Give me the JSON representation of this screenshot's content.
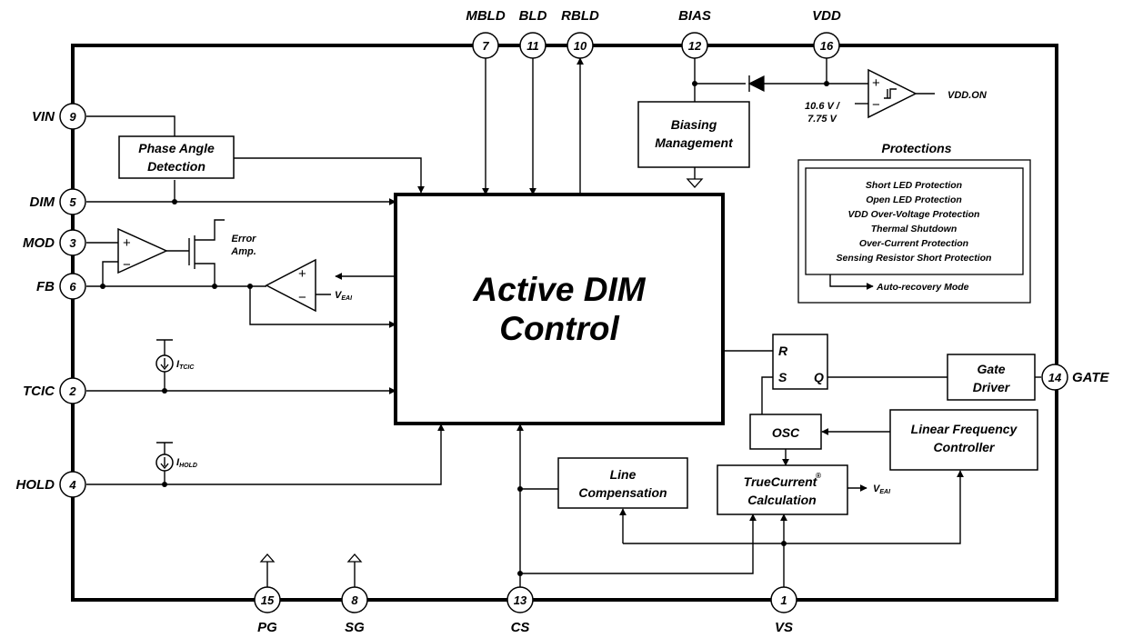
{
  "pins": {
    "vin": {
      "name": "VIN",
      "num": "9"
    },
    "dim": {
      "name": "DIM",
      "num": "5"
    },
    "mod": {
      "name": "MOD",
      "num": "3"
    },
    "fb": {
      "name": "FB",
      "num": "6"
    },
    "tcic": {
      "name": "TCIC",
      "num": "2"
    },
    "hold": {
      "name": "HOLD",
      "num": "4"
    },
    "mbld": {
      "name": "MBLD",
      "num": "7"
    },
    "bld": {
      "name": "BLD",
      "num": "11"
    },
    "rbld": {
      "name": "RBLD",
      "num": "10"
    },
    "bias": {
      "name": "BIAS",
      "num": "12"
    },
    "vdd": {
      "name": "VDD",
      "num": "16"
    },
    "gate": {
      "name": "GATE",
      "num": "14"
    },
    "pg": {
      "name": "PG",
      "num": "15"
    },
    "sg": {
      "name": "SG",
      "num": "8"
    },
    "cs": {
      "name": "CS",
      "num": "13"
    },
    "vs": {
      "name": "VS",
      "num": "1"
    }
  },
  "blocks": {
    "phase_angle": [
      "Phase Angle",
      "Detection"
    ],
    "biasing": [
      "Biasing",
      "Management"
    ],
    "active_dim": [
      "Active DIM",
      "Control"
    ],
    "gate_driver": [
      "Gate",
      "Driver"
    ],
    "osc": "OSC",
    "linear_freq": [
      "Linear Frequency",
      "Controller"
    ],
    "line_comp": [
      "Line",
      "Compensation"
    ],
    "truecurrent": {
      "line1": "TrueCurrent",
      "sup": "®",
      "line2": "Calculation"
    }
  },
  "labels": {
    "error_amp": [
      "Error",
      "Amp."
    ],
    "veai_main": "V",
    "veai_sub": "EAI",
    "itcic_main": "I",
    "itcic_sub": "TCIC",
    "ihold_main": "I",
    "ihold_sub": "HOLD",
    "threshold": [
      "10.6 V /",
      "7.75 V"
    ],
    "vdd_on": "VDD.ON",
    "latch_r": "R",
    "latch_s": "S",
    "latch_q": "Q",
    "plus": "+",
    "minus": "−"
  },
  "protections": {
    "title": "Protections",
    "items": [
      "Short LED Protection",
      "Open LED Protection",
      "VDD Over-Voltage Protection",
      "Thermal Shutdown",
      "Over-Current Protection",
      "Sensing Resistor Short Protection"
    ],
    "recovery": "Auto-recovery Mode"
  }
}
